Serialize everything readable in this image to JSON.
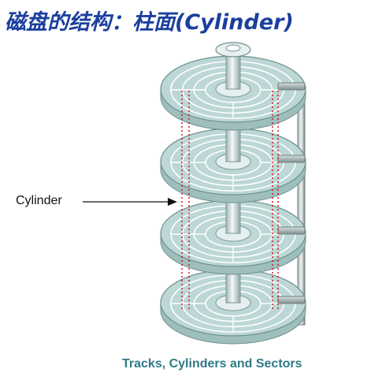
{
  "title": {
    "chinese": "磁盘的结构：柱面",
    "english": "(Cylinder)"
  },
  "diagram": {
    "cylinder_label": "Cylinder",
    "caption": "Tracks, Cylinders and Sectors",
    "platter_count": 4,
    "colors": {
      "platter_fill": "#bcd7d6",
      "platter_edge": "#6d8f8e",
      "spindle": "#d9e6e6",
      "cylinder_line": "#cc1111",
      "arm": "#8c9a9a"
    }
  }
}
